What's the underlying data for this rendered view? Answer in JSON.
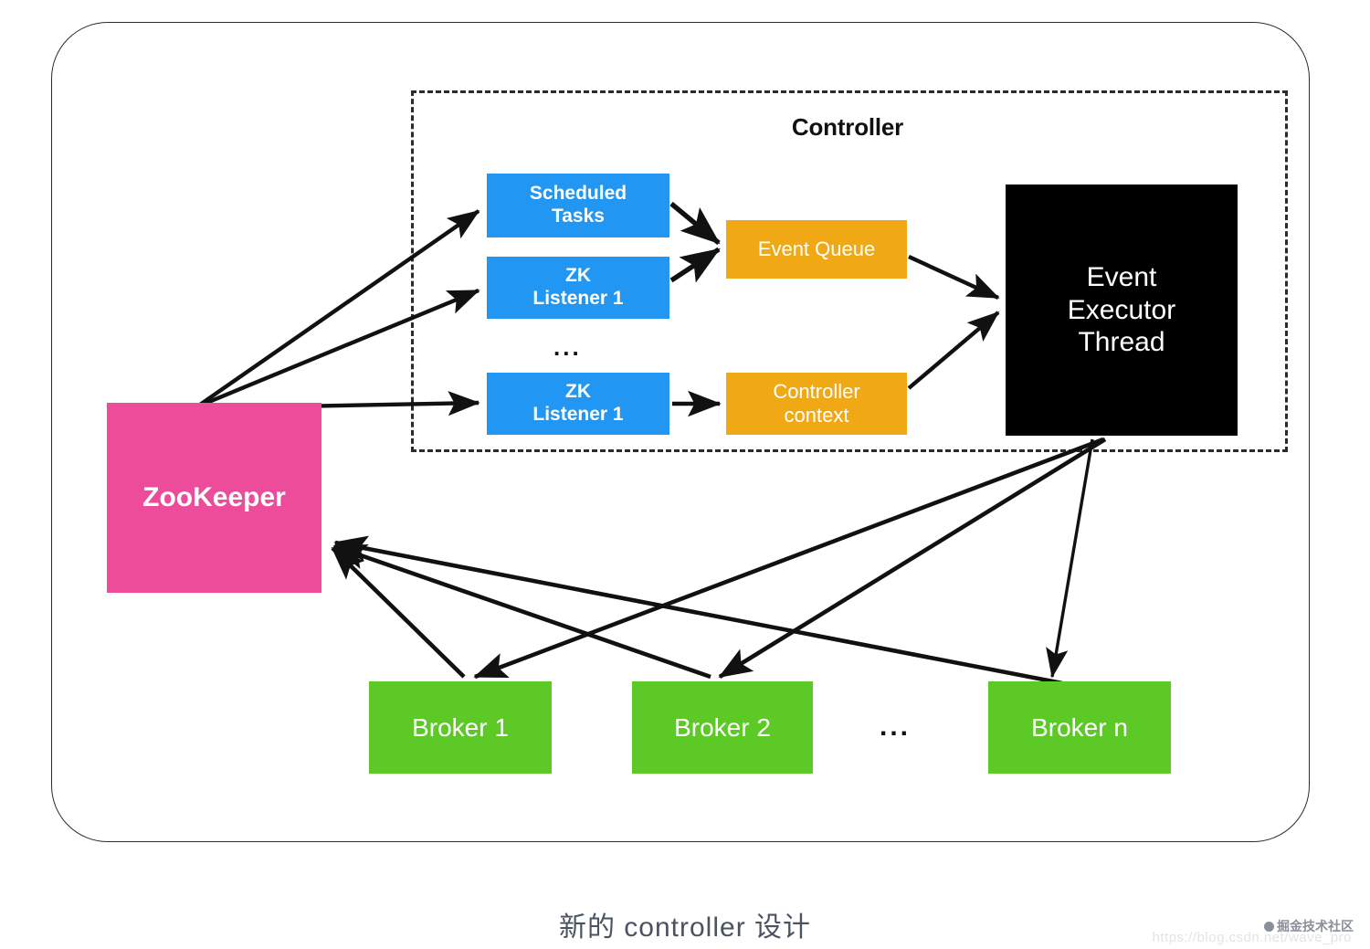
{
  "diagram": {
    "caption": "新的 controller 设计",
    "outer_frame_label": "diagram-outer-frame",
    "controller_group": {
      "title": "Controller"
    },
    "ellipsis": {
      "listeners": "...",
      "brokers": "..."
    },
    "nodes": {
      "zookeeper": {
        "label": "ZooKeeper",
        "color": "#ec4c9a"
      },
      "scheduled_tasks": {
        "label": "Scheduled\nTasks",
        "color": "#2196f3"
      },
      "zk_listener_a": {
        "label": "ZK\nListener 1",
        "color": "#2196f3"
      },
      "zk_listener_b": {
        "label": "ZK\nListener 1",
        "color": "#2196f3"
      },
      "event_queue": {
        "label": "Event Queue",
        "color": "#f0a915"
      },
      "controller_context": {
        "label": "Controller\ncontext",
        "color": "#f0a915"
      },
      "event_executor_thread": {
        "label": "Event\nExecutor\nThread",
        "color": "#000000"
      },
      "broker_1": {
        "label": "Broker 1",
        "color": "#5cc927"
      },
      "broker_2": {
        "label": "Broker 2",
        "color": "#5cc927"
      },
      "broker_n": {
        "label": "Broker n",
        "color": "#5cc927"
      }
    },
    "edges": [
      {
        "from": "zookeeper",
        "to": "scheduled_tasks"
      },
      {
        "from": "zookeeper",
        "to": "zk_listener_a"
      },
      {
        "from": "zookeeper",
        "to": "zk_listener_b"
      },
      {
        "from": "scheduled_tasks",
        "to": "event_queue"
      },
      {
        "from": "zk_listener_a",
        "to": "event_queue"
      },
      {
        "from": "zk_listener_b",
        "to": "controller_context"
      },
      {
        "from": "event_queue",
        "to": "event_executor_thread"
      },
      {
        "from": "controller_context",
        "to": "event_executor_thread"
      },
      {
        "from": "event_executor_thread",
        "to": "broker_1"
      },
      {
        "from": "event_executor_thread",
        "to": "broker_2"
      },
      {
        "from": "event_executor_thread",
        "to": "broker_n"
      },
      {
        "from": "broker_1",
        "to": "zookeeper"
      },
      {
        "from": "broker_2",
        "to": "zookeeper"
      },
      {
        "from": "broker_n",
        "to": "zookeeper"
      }
    ]
  },
  "watermark": {
    "text": "掘金技术社区",
    "url": "https://blog.csdn.net/wave_pro"
  }
}
